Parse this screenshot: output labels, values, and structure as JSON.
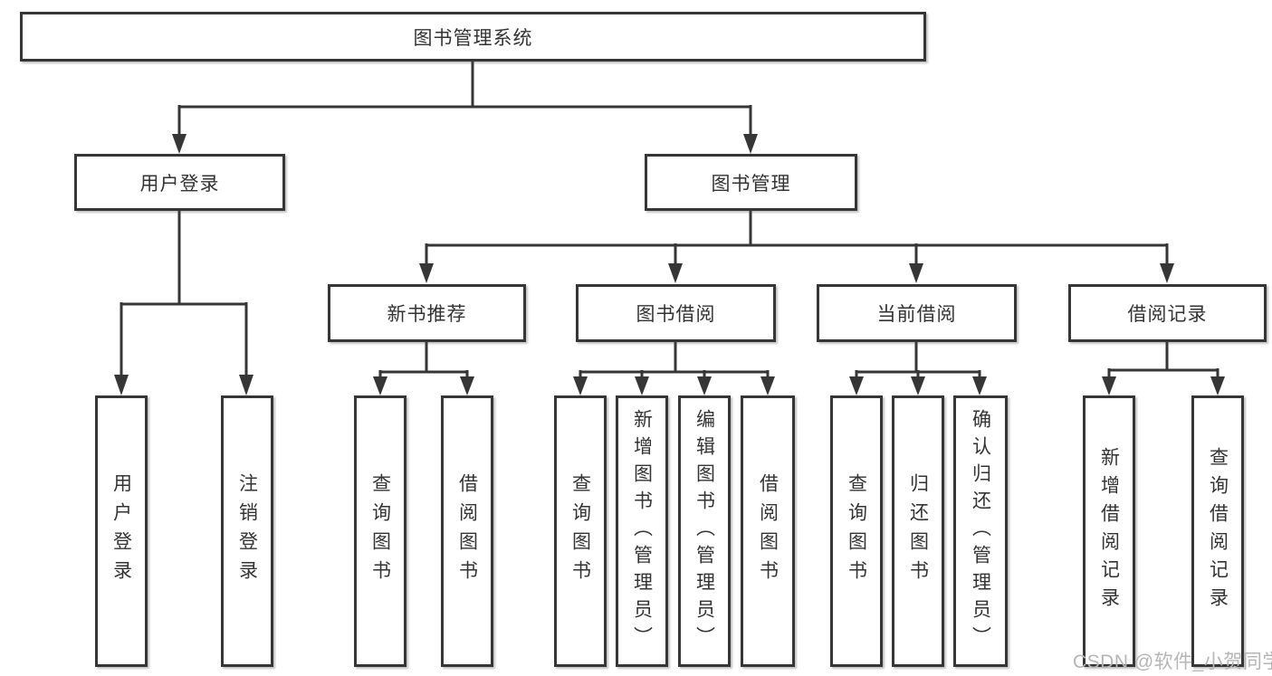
{
  "root": {
    "label": "图书管理系统"
  },
  "level1": [
    {
      "label": "用户登录"
    },
    {
      "label": "图书管理"
    }
  ],
  "level2": [
    {
      "label": "新书推荐"
    },
    {
      "label": "图书借阅"
    },
    {
      "label": "当前借阅"
    },
    {
      "label": "借阅记录"
    }
  ],
  "leaves": [
    {
      "label": "用户登录"
    },
    {
      "label": "注销登录"
    },
    {
      "label": "查询图书"
    },
    {
      "label": "借阅图书"
    },
    {
      "label": "查询图书"
    },
    {
      "label": "新增图书（管理员）"
    },
    {
      "label": "编辑图书（管理员）"
    },
    {
      "label": "借阅图书"
    },
    {
      "label": "查询图书"
    },
    {
      "label": "归还图书"
    },
    {
      "label": "确认归还（管理员）"
    },
    {
      "label": "新增借阅记录"
    },
    {
      "label": "查询借阅记录"
    }
  ],
  "watermark": {
    "text": "CSDN @软件_小贺同学"
  },
  "colors": {
    "line": "#363636",
    "text": "#333333",
    "background": "#ffffff",
    "watermark": "#b5b5b5"
  }
}
